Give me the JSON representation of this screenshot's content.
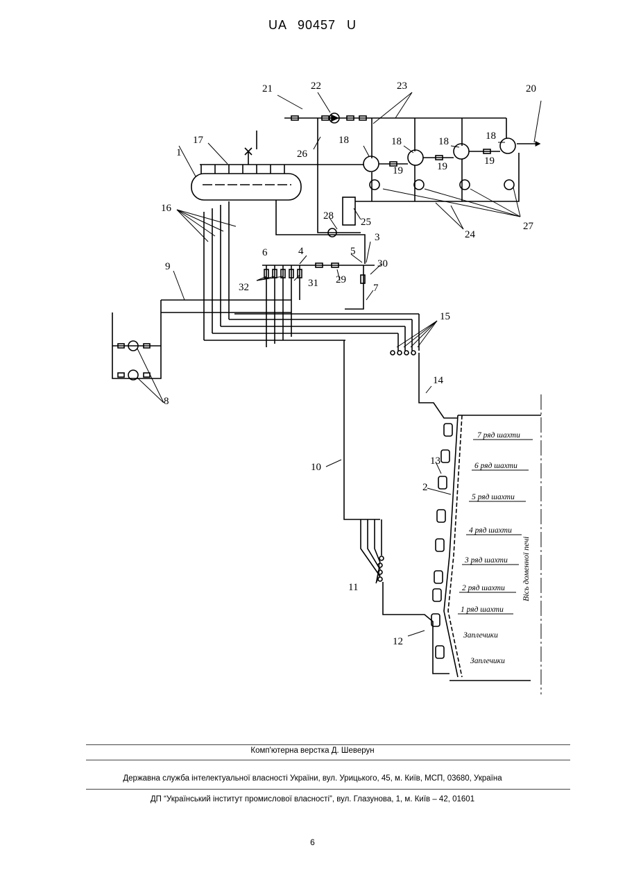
{
  "header": {
    "doc_id": "UA   90457   U"
  },
  "figure": {
    "labels": {
      "l1": "1",
      "l2": "2",
      "l3": "3",
      "l4": "4",
      "l5": "5",
      "l6": "6",
      "l7": "7",
      "l8": "8",
      "l9": "9",
      "l10": "10",
      "l11": "11",
      "l12": "12",
      "l13": "13",
      "l14": "14",
      "l15": "15",
      "l16": "16",
      "l17": "17",
      "l18a": "18",
      "l18b": "18",
      "l18c": "18",
      "l18d": "18",
      "l19a": "19",
      "l19b": "19",
      "l19c": "19",
      "l20": "20",
      "l21": "21",
      "l22": "22",
      "l23": "23",
      "l24": "24",
      "l25": "25",
      "l26": "26",
      "l27": "27",
      "l28": "28",
      "l29": "29",
      "l30": "30",
      "l31": "31",
      "l32": "32"
    },
    "rows": [
      "7 ряд шахти",
      "6 ряд шахти",
      "5 ряд шахти",
      "4 ряд шахти",
      "3 ряд шахти",
      "2 ряд шахти",
      "1 ряд шахти",
      "Заплечики",
      "Заплечики"
    ],
    "axis_label": "Вісь доменної печі"
  },
  "footer": {
    "typesetting": "Комп'ютерна верстка Д. Шеверун",
    "agency": "Державна служба інтелектуальної власності України, вул. Урицького, 45, м. Київ, МСП, 03680, Україна",
    "institute": "ДП “Український інститут промислової власності”, вул. Глазунова, 1, м. Київ – 42, 01601",
    "page_number": "6"
  }
}
